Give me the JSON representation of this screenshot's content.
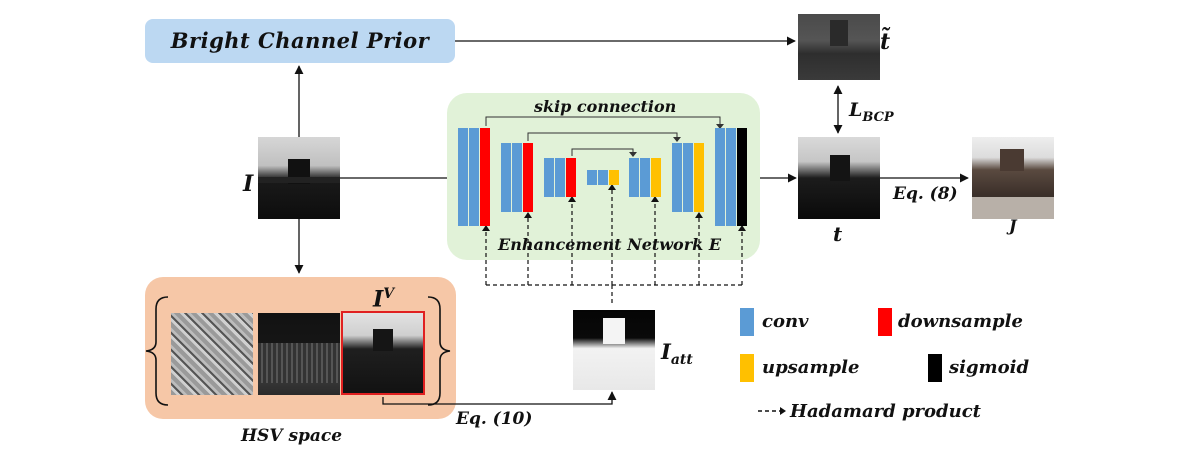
{
  "labels": {
    "bcp": "Bright Channel Prior",
    "t_tilde": "t̃",
    "l_bcp_main": "L",
    "l_bcp_sub": "BCP",
    "input": "I",
    "skip": "skip connection",
    "enhancement": "Enhancement Network E",
    "t": "t",
    "eq8": "Eq. (8)",
    "j": "J",
    "iv_main": "I",
    "iv_sup": "V",
    "iatt_main": "I",
    "iatt_sub": "att",
    "hsv": "HSV space",
    "eq10": "Eq. (10)"
  },
  "legend": {
    "conv": "conv",
    "downsample": "downsample",
    "upsample": "upsample",
    "sigmoid": "sigmoid",
    "hadamard": "Hadamard product"
  },
  "colors": {
    "conv": "#5b9bd5",
    "downsample": "#ff0000",
    "upsample": "#ffc000",
    "sigmoid": "#000000",
    "bcp_box": "#bcd8f2",
    "enh_box": "#e1f2d8",
    "hsv_box": "#f6c7a7",
    "iv_border": "#e02020"
  },
  "images": {
    "input": "dark-building-photo",
    "t_tilde": "transmission-prior-map",
    "t": "estimated-transmission-map",
    "j": "enhanced-building-photo",
    "h": "hue-channel-image",
    "s": "saturation-channel-image",
    "v": "value-channel-image",
    "iatt": "attention-map"
  }
}
